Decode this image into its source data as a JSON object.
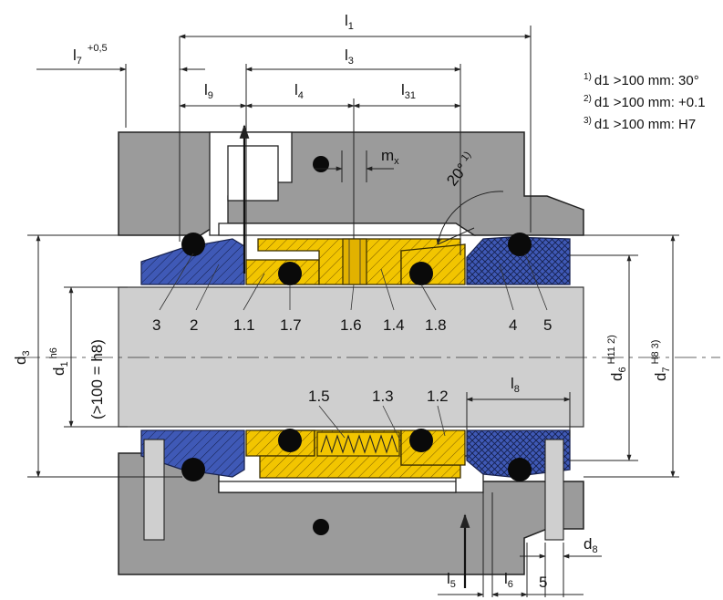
{
  "figure": {
    "notes": [
      {
        "sup": "1)",
        "text": "d1 >100 mm: 30°"
      },
      {
        "sup": "2)",
        "text": "d1 >100 mm: +0.1"
      },
      {
        "sup": "3)",
        "text": "d1 >100 mm: H7"
      }
    ],
    "part_labels": {
      "p3": "3",
      "p2": "2",
      "p1_1": "1.1",
      "p1_7": "1.7",
      "p1_6": "1.6",
      "p1_4": "1.4",
      "p1_8": "1.8",
      "p4": "4",
      "p5": "5",
      "p1_5": "1.5",
      "p1_3": "1.3",
      "p1_2": "1.2"
    },
    "dims": {
      "l1": {
        "main": "l",
        "sub": "1"
      },
      "l3": {
        "main": "l",
        "sub": "3"
      },
      "l4": {
        "main": "l",
        "sub": "4"
      },
      "l31": {
        "main": "l",
        "sub": "31"
      },
      "l9": {
        "main": "l",
        "sub": "9"
      },
      "l7": {
        "main": "l",
        "sub": "7",
        "tol": "+0,5"
      },
      "l8": {
        "main": "l",
        "sub": "8"
      },
      "l5": {
        "main": "l",
        "sub": "5"
      },
      "l6": {
        "main": "l",
        "sub": "6"
      },
      "five": "5",
      "mx": {
        "main": "m",
        "sub": "x"
      },
      "d3": {
        "main": "d",
        "sub": "3"
      },
      "d1": {
        "main": "d",
        "sub": "1",
        "tol": "h6"
      },
      "d1_note": "(>100 = h8)",
      "d6": {
        "main": "d",
        "sub": "6",
        "tol": "H11",
        "ref": "2)"
      },
      "d7": {
        "main": "d",
        "sub": "7",
        "tol": "H8",
        "ref": "3)"
      },
      "d8": {
        "main": "d",
        "sub": "8"
      },
      "angle": {
        "text": "20°",
        "ref": "1)"
      }
    }
  }
}
